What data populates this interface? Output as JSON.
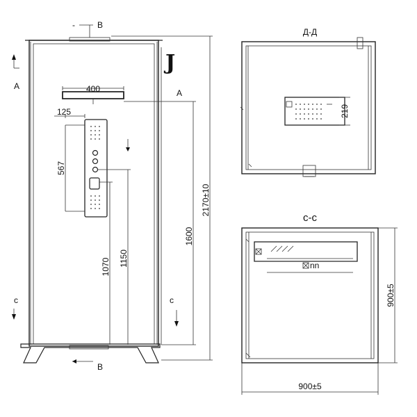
{
  "model_letter": "J",
  "front_view": {
    "section_marks": {
      "b_top": "B",
      "b_top_dash": "-",
      "b_bottom": "B",
      "a_left": "A",
      "a_right": "A",
      "c_left": "c",
      "c_right": "c"
    },
    "dimensions": {
      "shower_head_width": "400",
      "panel_width": "125",
      "panel_height": "567",
      "height_1070": "1070",
      "height_1150": "1150",
      "height_1600": "1600",
      "total_height": "2170±10"
    }
  },
  "section_dd": {
    "title": "Д-Д",
    "dimension": "219"
  },
  "section_cc": {
    "title": "c-c",
    "depth": "900±5",
    "width": "900±5",
    "inner_label": "nn"
  }
}
